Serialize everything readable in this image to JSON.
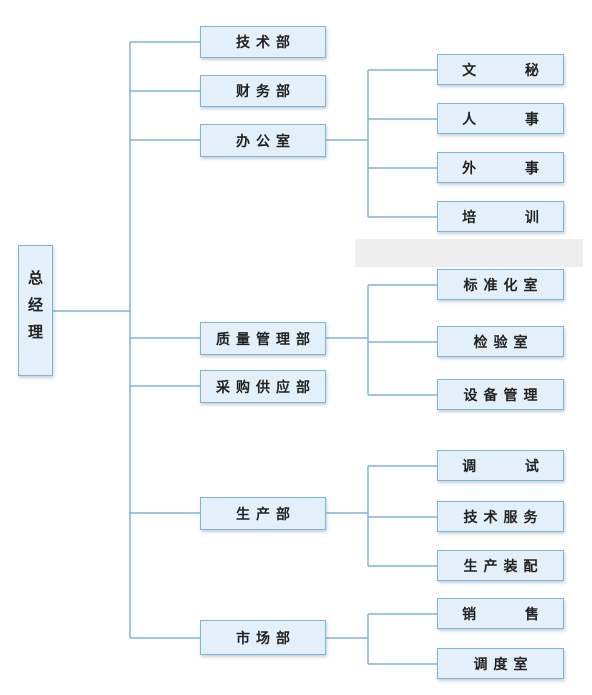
{
  "org_chart": {
    "root": {
      "label": "总经理"
    },
    "departments": [
      {
        "id": "tech",
        "label": "技术部",
        "children": []
      },
      {
        "id": "finance",
        "label": "财务部",
        "children": []
      },
      {
        "id": "office",
        "label": "办公室",
        "children": [
          "文 秘",
          "人 事",
          "外 事",
          "培 训"
        ]
      },
      {
        "id": "quality",
        "label": "质量管理部",
        "children": [
          "标准化室",
          "检验室",
          "设备管理"
        ]
      },
      {
        "id": "purchase",
        "label": "采购供应部",
        "children": []
      },
      {
        "id": "production",
        "label": "生产部",
        "children": [
          "调 试",
          "技术服务",
          "生产装配"
        ]
      },
      {
        "id": "market",
        "label": "市场部",
        "children": [
          "销 售",
          "调度室"
        ]
      }
    ]
  },
  "colors": {
    "box_fill": "#e3f0fa",
    "box_border": "#7fb4d8",
    "connector": "#7fb4d8",
    "text": "#222222"
  }
}
